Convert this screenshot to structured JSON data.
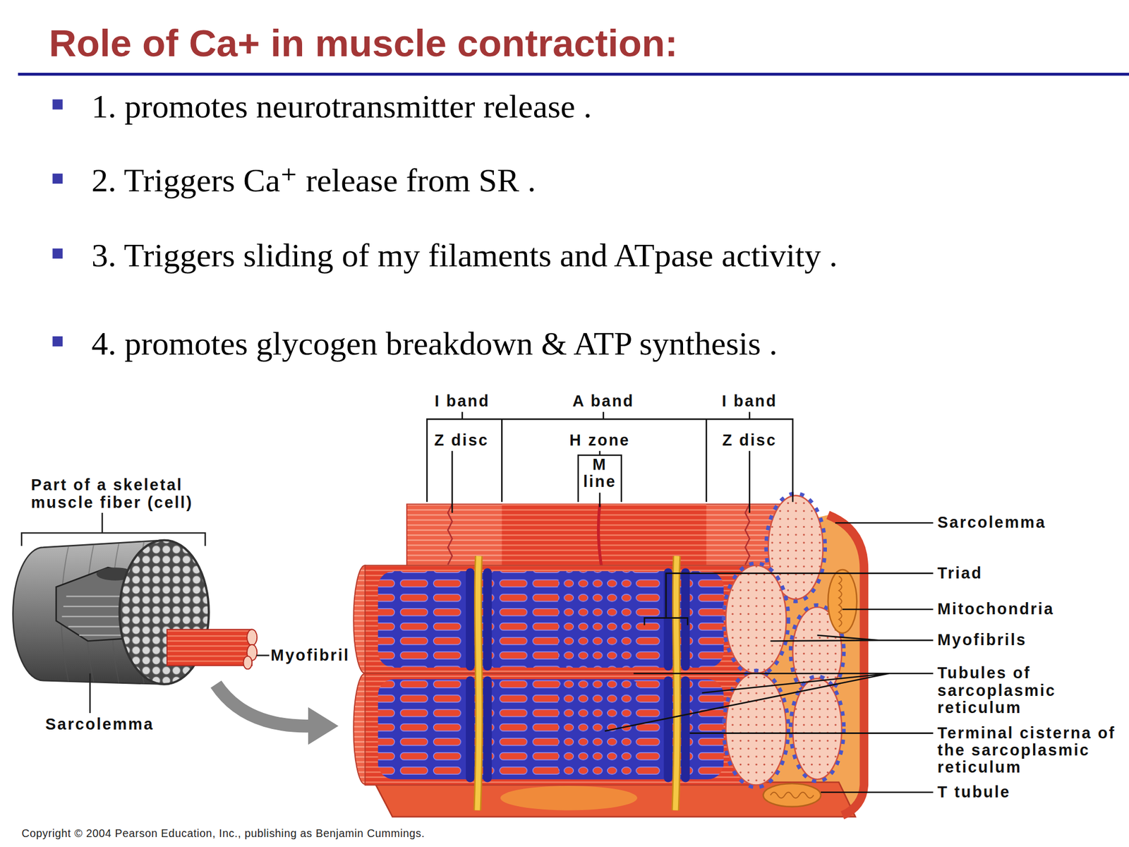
{
  "diagram": {
    "title": "Role of Ca+ in muscle contraction:",
    "labels": [
      "1. promotes neurotransmitter release .",
      "2. Triggers Ca⁺ release from SR .",
      "3. Triggers sliding of my filaments and ATpase activity .",
      "4. promotes glycogen breakdown & ATP synthesis .",
      "I band",
      "A band",
      "I band",
      "Z disc",
      "H zone",
      "Z disc",
      "M line",
      "Part of a skeletal muscle fiber (cell)",
      "Myofibril",
      "Sarcolemma",
      "Sarcolemma",
      "Triad",
      "Mitochondria",
      "Myofibrils",
      "Tubules of sarcoplasmic reticulum",
      "Terminal cisterna of the sarcoplasmic reticulum",
      "T tubule",
      "Copyright © 2004 Pearson Education, Inc., publishing as Benjamin Cummings."
    ]
  }
}
